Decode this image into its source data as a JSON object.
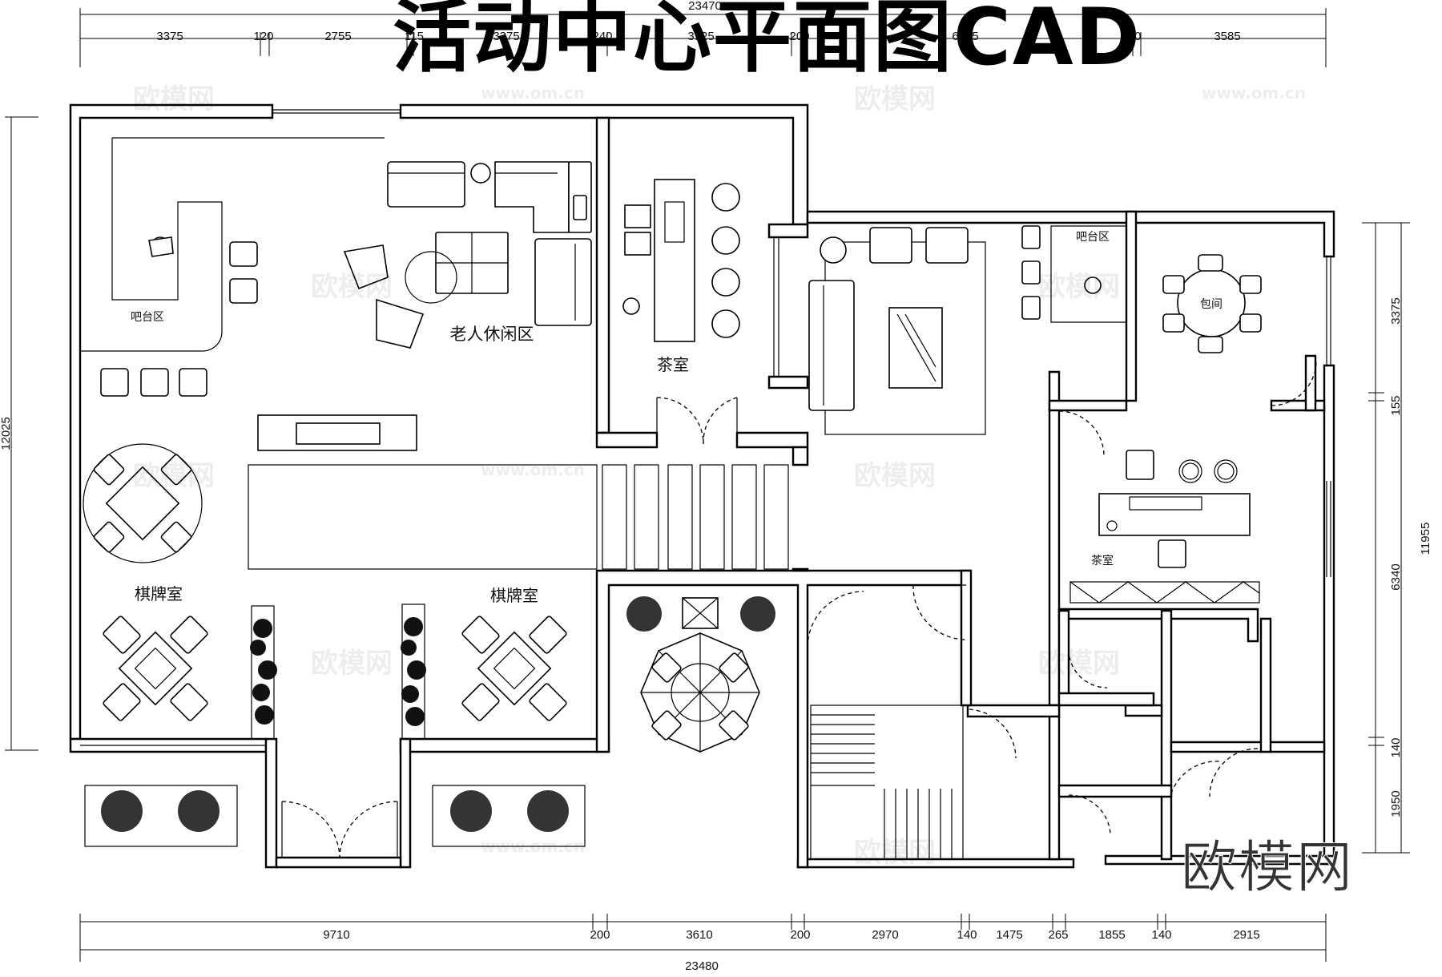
{
  "title": "活动中心平面图CAD",
  "brand": "欧模网",
  "watermark": {
    "text": "欧模网",
    "url": "www.om.cn"
  },
  "rooms": {
    "bar_left": "吧台区",
    "elder_lounge": "老人休闲区",
    "tea_room_top": "茶室",
    "bar_right": "吧台区",
    "private_room": "包间",
    "tea_room_right": "茶室",
    "card_room_left": "棋牌室",
    "card_room_mid": "棋牌室"
  },
  "dimensions": {
    "top_total": "23470",
    "top": [
      "3375",
      "120",
      "2755",
      "115",
      "3375",
      "240",
      "3525",
      "200",
      "6655",
      "120",
      "3585"
    ],
    "bottom_total": "23480",
    "bottom": [
      "9710",
      "200",
      "3610",
      "200",
      "2970",
      "140",
      "1475",
      "265",
      "1855",
      "140",
      "2915"
    ],
    "left_total": "12025",
    "right_total": "11955",
    "right": [
      "3375",
      "155",
      "6340",
      "140",
      "1950"
    ]
  }
}
